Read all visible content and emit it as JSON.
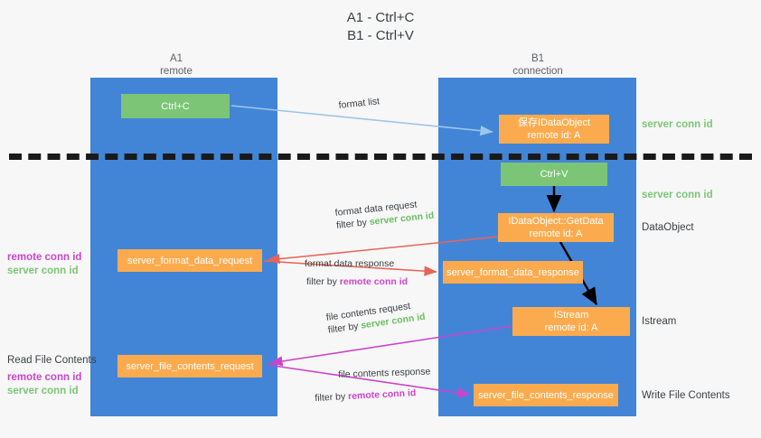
{
  "title": {
    "line1": "A1 - Ctrl+C",
    "line2": "B1 - Ctrl+V"
  },
  "lanes": [
    {
      "name": "A1",
      "sub": "remote"
    },
    {
      "name": "B1",
      "sub": "connection"
    }
  ],
  "nodes": {
    "ctrl_c": "Ctrl+C",
    "save_dataobject_line1": "保存IDataObject",
    "save_dataobject_line2": "remote id: A",
    "ctrl_v": "Ctrl+V",
    "getdata_line1": "IDataObject::GetData",
    "getdata_line2": "remote id: A",
    "istream_line1": "IStream",
    "istream_line2": "remote id: A",
    "server_format_data_request": "server_format_data_request",
    "server_format_data_response": "server_format_data_response",
    "server_file_contents_request": "server_file_contents_request",
    "server_file_contents_response": "server_file_contents_response"
  },
  "right_labels": {
    "server_conn_id_top": "server conn id",
    "server_conn_id_mid": "server conn id",
    "dataobject": "DataObject",
    "istream": "Istream",
    "write_file_contents": "Write File Contents"
  },
  "left_labels": {
    "remote_conn_id_1": "remote conn id",
    "server_conn_id_1": "server conn id",
    "read_file_contents": "Read File Contents",
    "remote_conn_id_2": "remote conn id",
    "server_conn_id_2": "server conn id"
  },
  "edges": {
    "format_list": "format list",
    "format_data_request": "format data request",
    "format_data_request_filter_prefix": "filter by ",
    "format_data_request_filter_key": "server conn id",
    "format_data_response": "format data response",
    "format_data_response_filter_prefix": "filter by ",
    "format_data_response_filter_key": "remote conn id",
    "file_contents_request": "file contents request",
    "file_contents_request_filter_prefix": "filter by ",
    "file_contents_request_filter_key": "server conn id",
    "file_contents_response": "file contents response",
    "file_contents_response_filter_prefix": "filter by ",
    "file_contents_response_filter_key": "remote conn id"
  },
  "colors": {
    "lane": "#4285d6",
    "node_orange": "#fbab4e",
    "node_green": "#7cc576",
    "arrow_blue": "#9fc5e8",
    "arrow_red": "#e8645a",
    "arrow_magenta": "#cc44cc",
    "arrow_black": "#000000",
    "divider": "#1a1a1a",
    "background": "#f7f7f7"
  }
}
